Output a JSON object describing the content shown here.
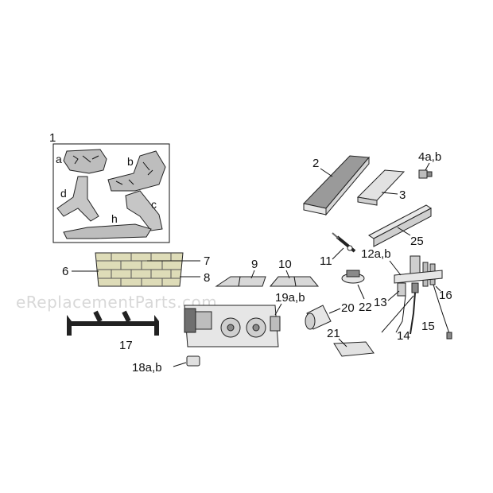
{
  "watermark": "eReplacementParts.com",
  "log_set": {
    "number": "1",
    "sub_labels": {
      "a": "a",
      "b": "b",
      "c": "c",
      "d": "d",
      "h": "h"
    }
  },
  "callouts": {
    "p2": "2",
    "p3": "3",
    "p4": "4a,b",
    "p6": "6",
    "p7": "7",
    "p8": "8",
    "p9": "9",
    "p10": "10",
    "p11": "11",
    "p12": "12a,b",
    "p13": "13",
    "p14": "14",
    "p15": "15",
    "p16": "16",
    "p17": "17",
    "p18": "18a,b",
    "p19": "19a,b",
    "p20": "20",
    "p21": "21",
    "p22": "22",
    "p25": "25"
  },
  "colors": {
    "part_fill": "#e6e6e6",
    "dark_fill": "#8a8a8a",
    "brick": "#dedcb8",
    "line": "#111111"
  }
}
